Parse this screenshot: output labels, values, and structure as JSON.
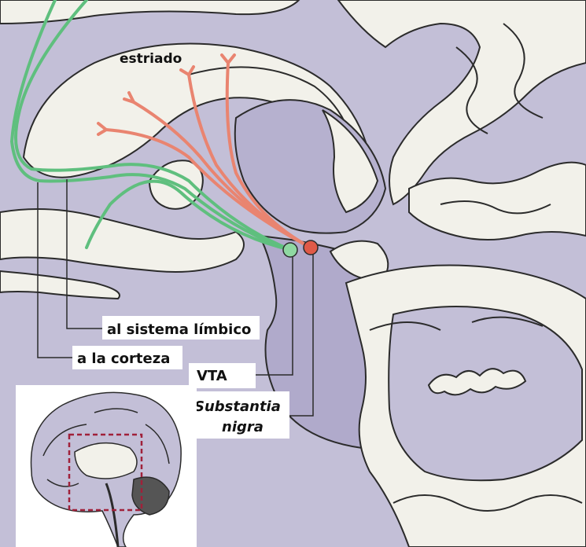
{
  "labels": {
    "striatum": "estriado",
    "limbic": "al sistema límbico",
    "cortex": "a la corteza",
    "vta": "VTA",
    "substantia_1": "Substantia",
    "substantia_2": "nigra"
  },
  "colors": {
    "tissue": "#c3bfd7",
    "tissue_dark": "#a8a2c4",
    "white_matter": "#f2f1ea",
    "outline": "#2b2b2b",
    "green_pathway": "#5fbf7e",
    "red_pathway": "#e98470",
    "inset_box": "#a0213a"
  }
}
